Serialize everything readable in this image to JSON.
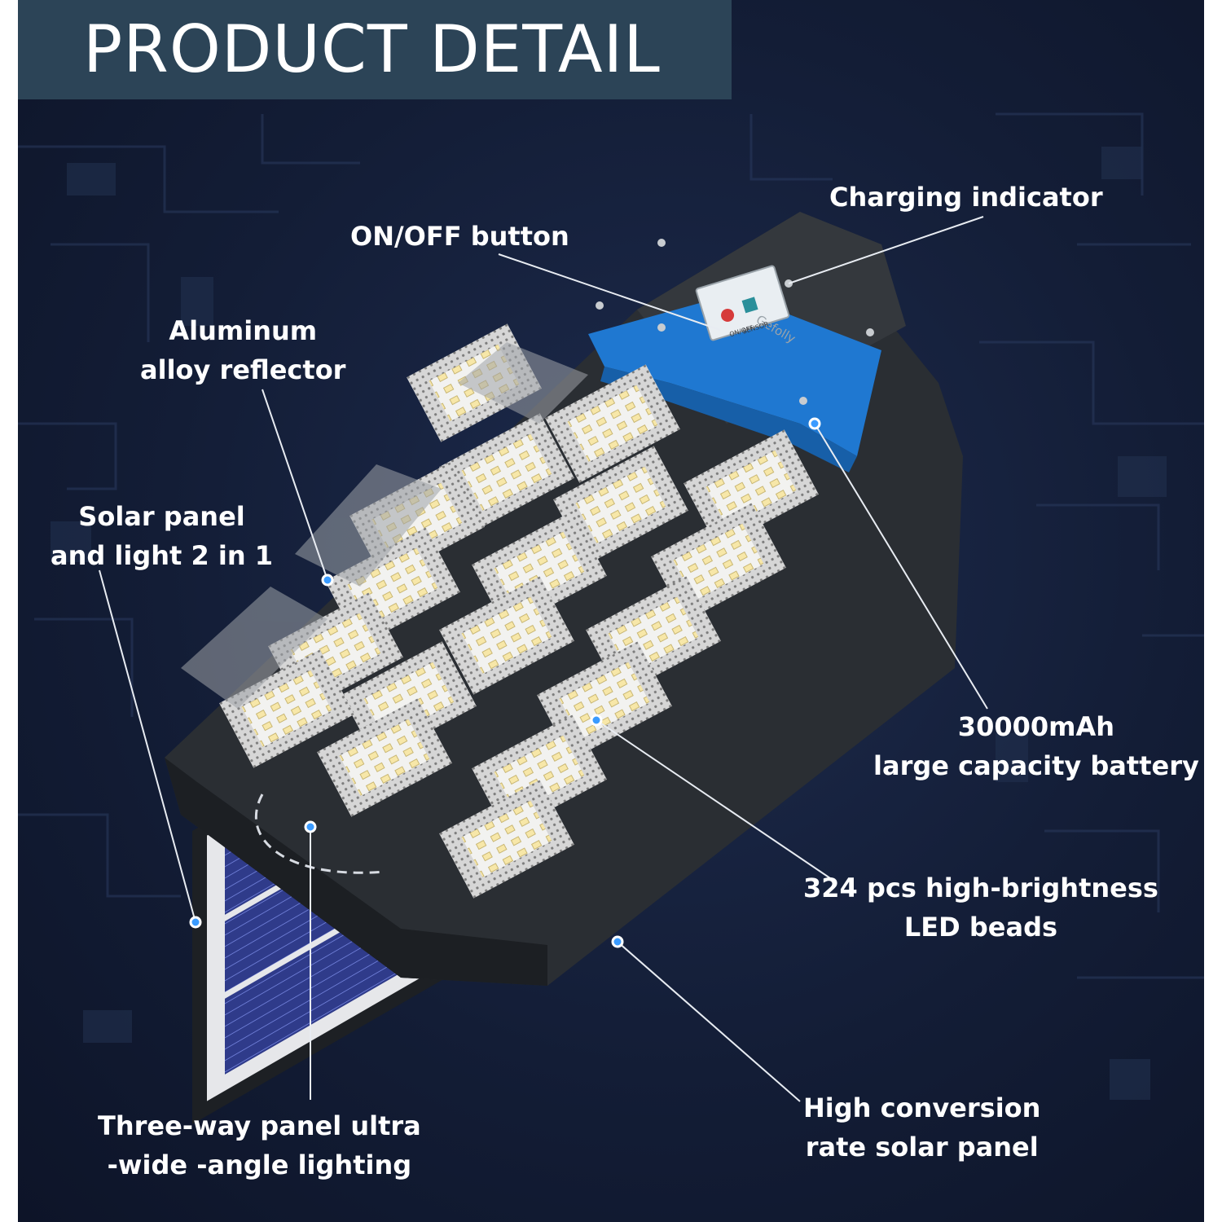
{
  "title": "PRODUCT DETAIL",
  "brand": "Gefolly",
  "control_panel": {
    "button_label": "ON/OFF",
    "sensor_label": "SENSOR"
  },
  "callouts": {
    "charging_indicator": "Charging indicator",
    "on_off_button": "ON/OFF button",
    "aluminum_reflector": [
      "Aluminum",
      "alloy reflector"
    ],
    "solar_light_2in1": [
      "Solar panel",
      "and light 2 in 1"
    ],
    "battery": [
      "30000mAh",
      "large capacity battery"
    ],
    "led_beads": [
      "324 pcs high-brightness",
      "LED beads"
    ],
    "solar_panel": [
      "High conversion",
      "rate solar panel"
    ],
    "three_way_lighting": [
      "Three-way panel ultra",
      "-wide -angle lighting"
    ]
  },
  "colors": {
    "background": "#131d36",
    "title_bar": "#2c4457",
    "housing": "#2a2e33",
    "accent_blue": "#1f78d1",
    "solar_cell": "#2f3b8a",
    "dot": "#3a9bff"
  }
}
